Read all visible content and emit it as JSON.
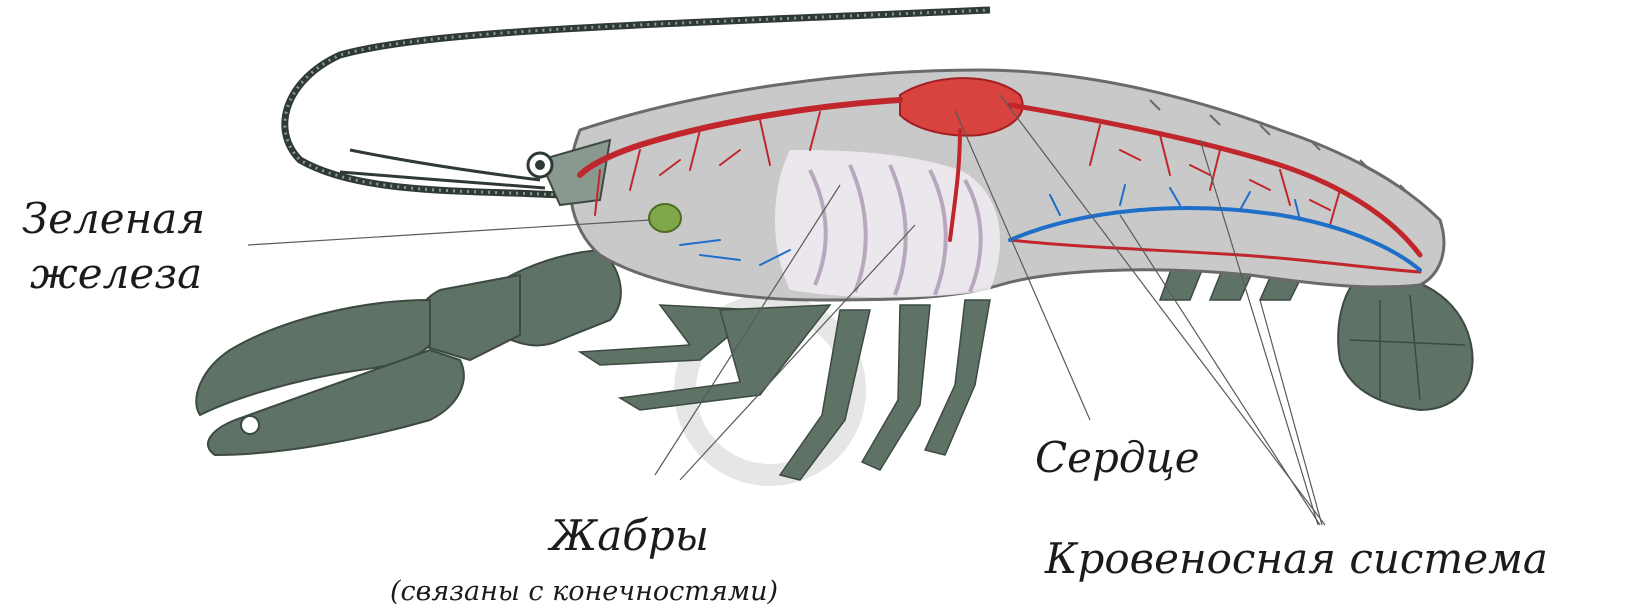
{
  "labels": {
    "green_gland": [
      "Зеленая",
      "железа"
    ],
    "heart": "Сердце",
    "gills": "Жабры",
    "gills_note": "(связаны с конечностями)",
    "circulatory_system": "Кровеносная система"
  },
  "colors": {
    "shell": "#5f7266",
    "body_cavity": "#c9c9c9",
    "artery": "#c0262b",
    "vein": "#1f6fc9",
    "green_gland": "#7fa84a",
    "label_text": "#1b1b1b"
  }
}
